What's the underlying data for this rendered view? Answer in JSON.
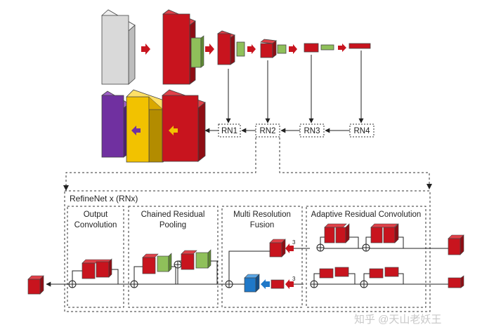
{
  "rn_nodes": [
    "RN1",
    "RN2",
    "RN3",
    "RN4"
  ],
  "panel_title": "RefineNet x (RNx)",
  "stages": {
    "output_conv": [
      "Output",
      "Convolution"
    ],
    "crp": [
      "Chained Residual",
      "Pooling"
    ],
    "mrf": [
      "Multi Resolution",
      "Fusion"
    ],
    "arc": "Adaptive Residual  Convolution"
  },
  "upsample_factor": "3",
  "watermark": "知乎 @天山老妖王",
  "colors": {
    "red": "#c8141e",
    "green": "#8fc05a",
    "gray": "#d9d9d9",
    "yellow": "#f2c200",
    "purple": "#7030a0",
    "blue": "#1f78c8"
  }
}
